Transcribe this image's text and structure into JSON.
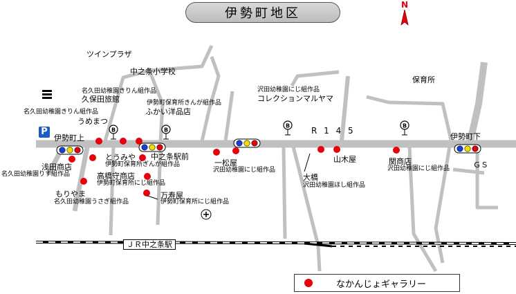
{
  "title": "伊勢町地区",
  "north_label": "N",
  "route_label": "R 1 4 5",
  "station_label": "ＪＲ中之条駅",
  "legend": {
    "label": "なかんじょギャラリー",
    "dot_color": "#e8000b"
  },
  "parking_label": "P",
  "landmarks": {
    "twin_plaza": "ツインプラザ",
    "school": "中之条小学校",
    "nursery": "保育所",
    "gs": "ＧＳ",
    "ise_kami": "伊勢町上",
    "ise_shimo": "伊勢町下"
  },
  "galleries": [
    {
      "name": "久保田旅館",
      "note": "名久田幼稚園きりん組作品"
    },
    {
      "name": "うめまつ",
      "note": "名久田幼稚園きりん組作品"
    },
    {
      "name": "ふかい洋品店",
      "note": "伊勢町保育所きんが組作品"
    },
    {
      "name": "コレクションマルヤマ",
      "note": "沢田幼稚園にじ組作品"
    },
    {
      "name": "浅田商店",
      "note": "名久田幼稚園りす組作品"
    },
    {
      "name": "とうみや",
      "note": "伊勢町保育所ぎんが組作品"
    },
    {
      "name": "中之条駅前",
      "note": ""
    },
    {
      "name": "高橋守商店",
      "note": "伊勢町保育所にじ組作品"
    },
    {
      "name": "もりやま",
      "note": "名久田幼稚園うさぎ組作品"
    },
    {
      "name": "万寿屋",
      "note": "伊勢町保育所にじ組作品"
    },
    {
      "name": "一松屋",
      "note": "沢田幼稚園にじ組作品"
    },
    {
      "name": "大橋",
      "note": "沢田幼稚園ほし組作品"
    },
    {
      "name": "山木屋",
      "note": ""
    },
    {
      "name": "関商店",
      "note": "沢田幼稚園にじ組作品"
    }
  ],
  "colors": {
    "road": "#c0c0c0",
    "gallery": "#e8000b",
    "signal_blue": "#1a3fd9",
    "signal_yellow": "#f0e000",
    "signal_red": "#e8000b"
  }
}
